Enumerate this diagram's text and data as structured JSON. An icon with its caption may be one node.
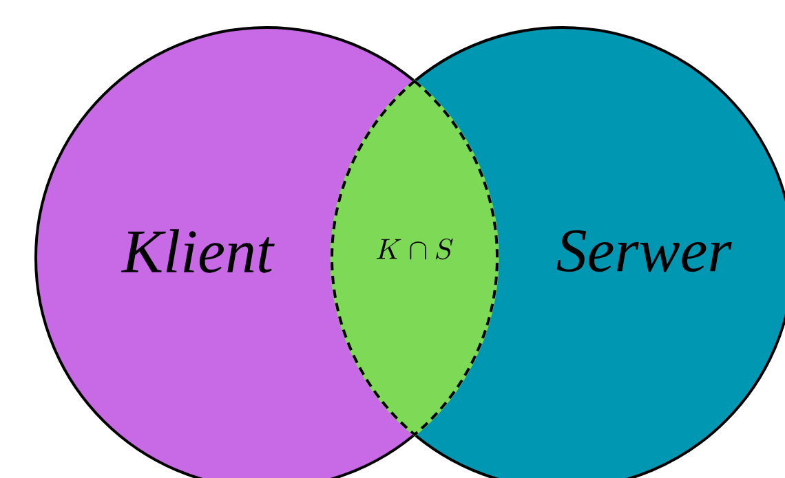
{
  "diagram": {
    "nodes": [
      {
        "text": [
          "Klient"
        ]
      },
      {
        "text": [
          "Serwer"
        ]
      },
      {
        "text": [
          "K \\cap S"
        ]
      }
    ],
    "edges": []
  }
}
